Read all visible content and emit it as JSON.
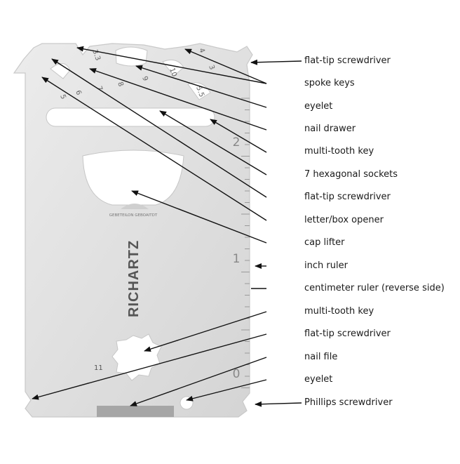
{
  "card": {
    "brand": "RICHARTZ",
    "engraving": "GEBETEILON GEBOAITDT",
    "sizes": [
      "3.3",
      "4",
      "3",
      "5",
      "6",
      "7",
      "8",
      "9",
      "10",
      "5.5"
    ],
    "size_11": "11",
    "ruler_numbers": [
      "2",
      "1",
      "0"
    ]
  },
  "labels": [
    "flat-tip screwdriver",
    "spoke keys",
    "eyelet",
    "nail drawer",
    "multi-tooth key",
    "7 hexagonal sockets",
    "flat-tip screwdriver",
    "letter/box opener",
    "cap lifter",
    "inch ruler",
    "centimeter ruler (reverse side)",
    "multi-tooth key",
    "flat-tip screwdriver",
    "nail file",
    "eyelet",
    "Phillips screwdriver"
  ],
  "colors": {
    "card": "#e2e2e2",
    "card_edge": "#cfcfcf",
    "line": "#111111"
  }
}
